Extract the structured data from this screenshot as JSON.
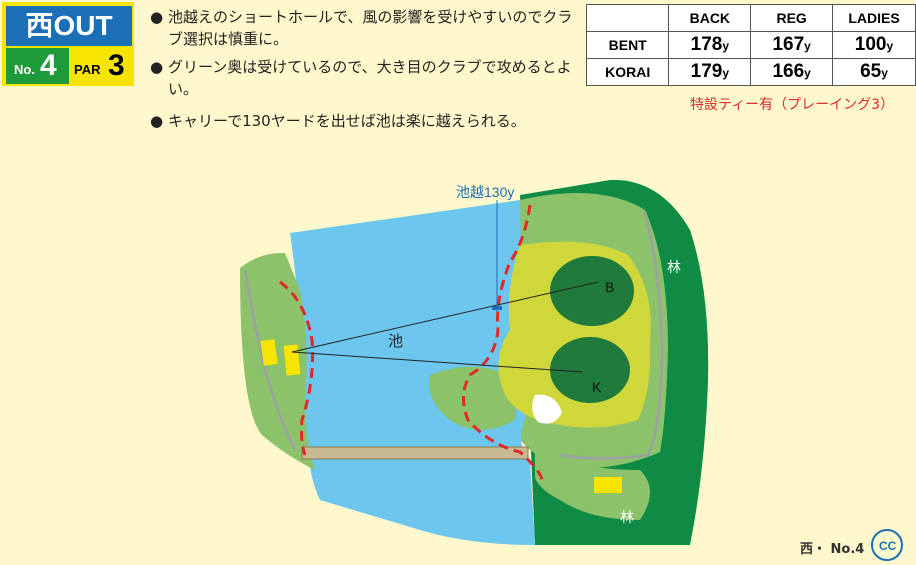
{
  "header": {
    "course": "西OUT",
    "hole_prefix": "No.",
    "hole_number": "4",
    "par_label": "PAR",
    "par_value": "3"
  },
  "notes": [
    {
      "bullet": "●",
      "text": "池越えのショートホールで、風の影響を受けやすいのでクラブ選択は慎重に。"
    },
    {
      "bullet": "●",
      "text": "グリーン奥は受けているので、大き目のクラブで攻めるとよい。"
    },
    {
      "bullet": "●",
      "text": "キャリーで130ヤードを出せば池は楽に越えられる。"
    }
  ],
  "yardage": {
    "columns": [
      "BACK",
      "REG",
      "LADIES"
    ],
    "unit": "y",
    "rows": [
      {
        "grass": "BENT",
        "values": [
          "178",
          "167",
          "100"
        ]
      },
      {
        "grass": "KORAI",
        "values": [
          "179",
          "166",
          "65"
        ]
      }
    ]
  },
  "special_tee": "特設ティー有（プレーイング3）",
  "map": {
    "carry_label": "池越130y",
    "pond_label": "池",
    "green_b": "B",
    "green_k": "K",
    "forest_1": "林",
    "forest_2": "林"
  },
  "footer": "西・ No.4",
  "logo_text": "CC",
  "colors": {
    "background": "#fff8cc",
    "title": "#1b6fb6",
    "hole": "#1f9a3a",
    "water": "#6cc6ee",
    "forest": "#0f8b46",
    "rough": "#8cc26a",
    "fairway": "#cfd73a",
    "green": "#1f7a3b",
    "hazard_line": "#e02a2a"
  }
}
